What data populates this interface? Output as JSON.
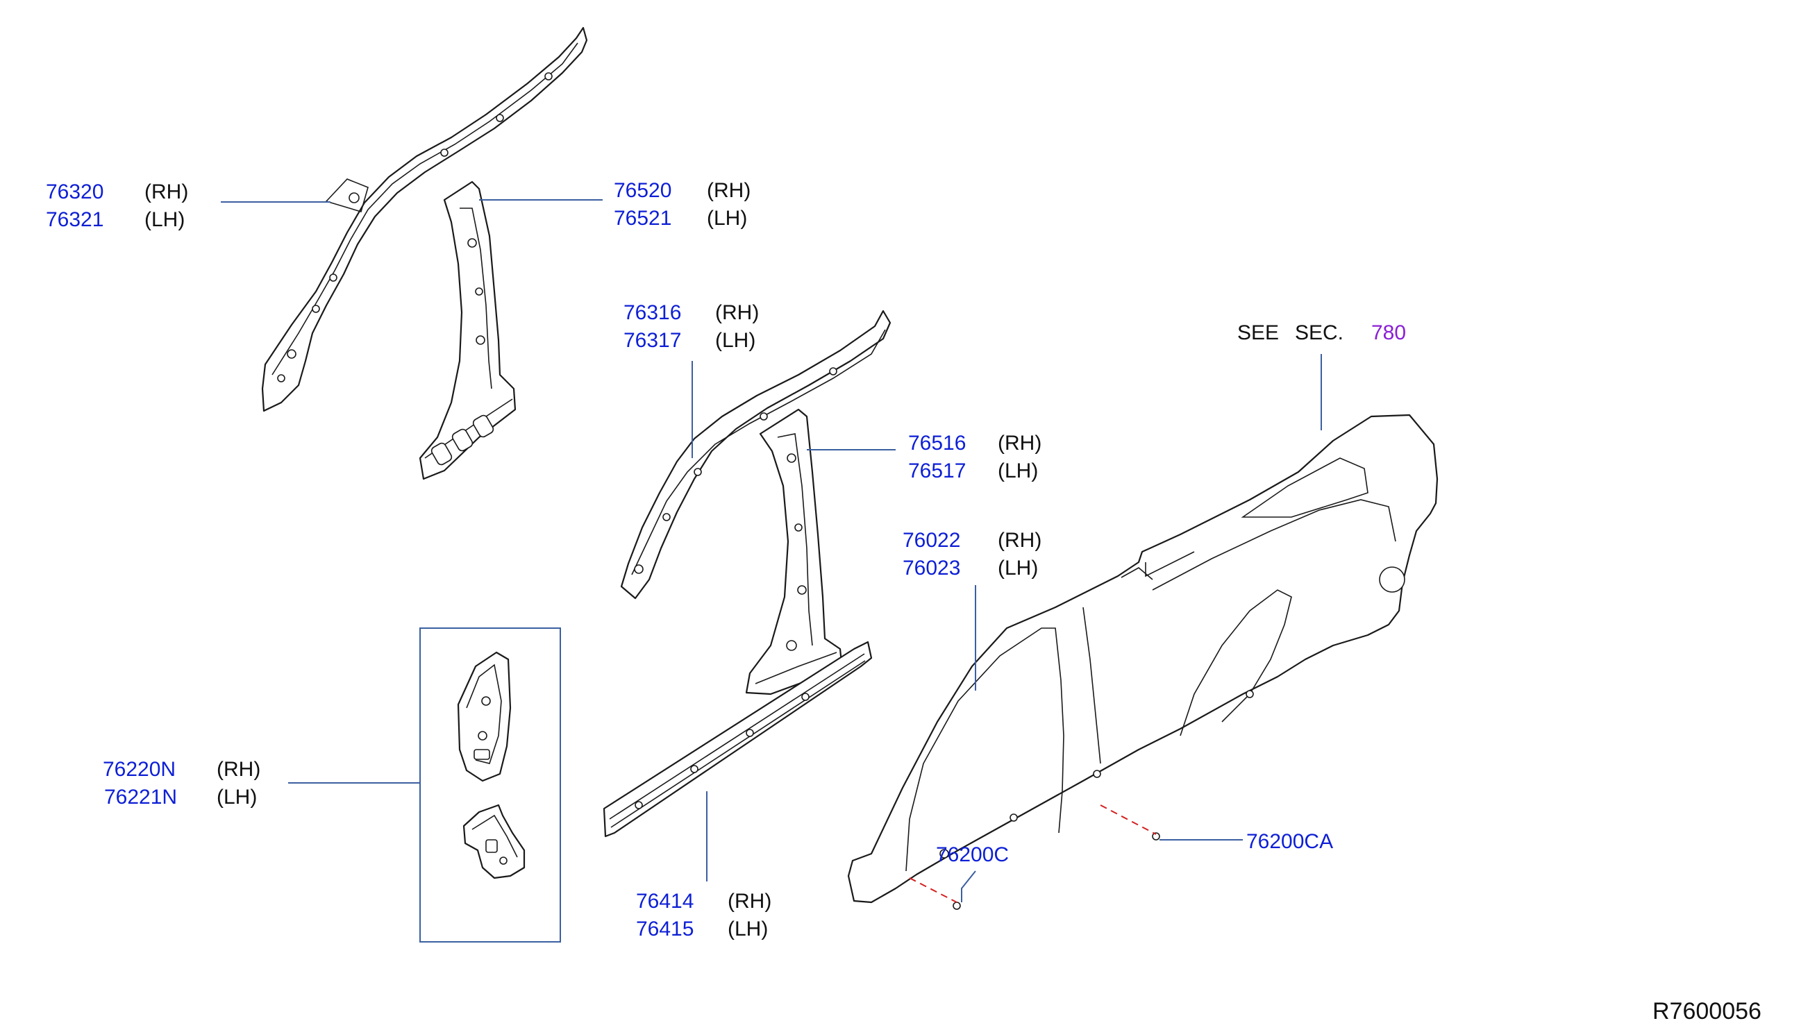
{
  "callouts": [
    {
      "part": "76320",
      "side": "(RH)"
    },
    {
      "part": "76321",
      "side": "(LH)"
    },
    {
      "part": "76520",
      "side": "(RH)"
    },
    {
      "part": "76521",
      "side": "(LH)"
    },
    {
      "part": "76316",
      "side": "(RH)"
    },
    {
      "part": "76317",
      "side": "(LH)"
    },
    {
      "part": "76516",
      "side": "(RH)"
    },
    {
      "part": "76517",
      "side": "(LH)"
    },
    {
      "part": "76022",
      "side": "(RH)"
    },
    {
      "part": "76023",
      "side": "(LH)"
    },
    {
      "part": "76220N",
      "side": "(RH)"
    },
    {
      "part": "76221N",
      "side": "(LH)"
    },
    {
      "part": "76414",
      "side": "(RH)"
    },
    {
      "part": "76415",
      "side": "(LH)"
    },
    {
      "part": "76200C"
    },
    {
      "part": "76200CA"
    }
  ],
  "see_section": {
    "see": "SEE",
    "sec": "SEC.",
    "number": "780"
  },
  "reference": "R7600056",
  "colors": {
    "part_number": "#0d1fd6",
    "section_link": "#8a1fd6",
    "leader": "#3b5fa0",
    "hidden_line": "#d62020"
  }
}
